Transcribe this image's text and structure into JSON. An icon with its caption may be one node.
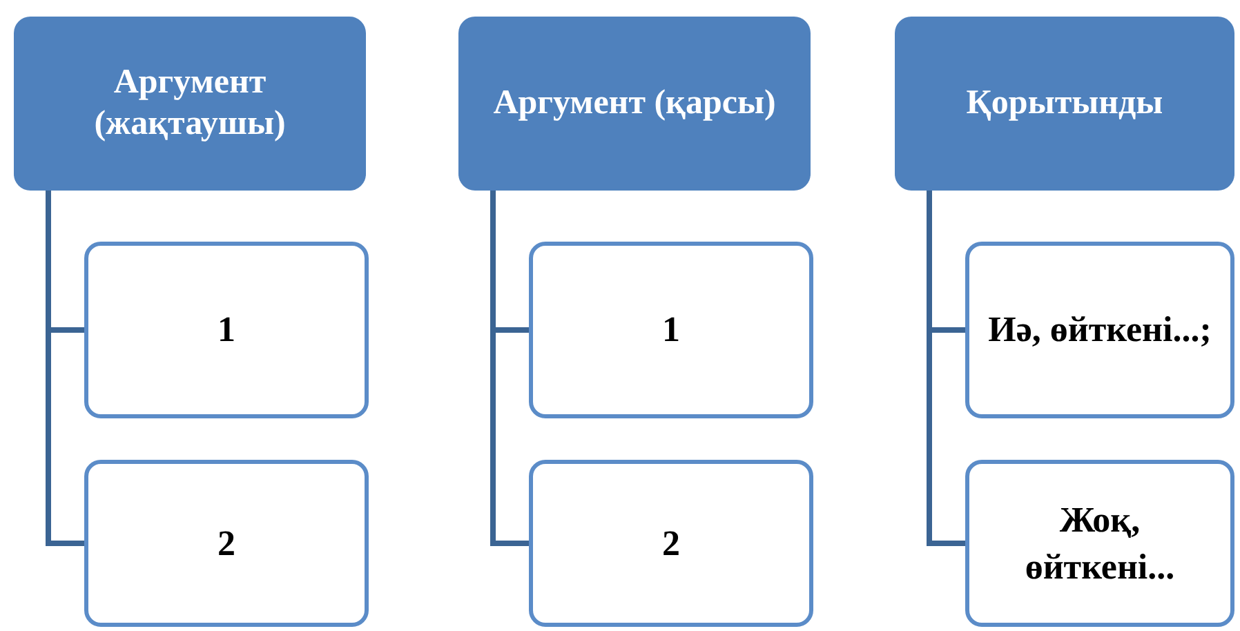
{
  "diagram": {
    "nodes": [
      {
        "text": [
          "Аргумент (жақтаушы)"
        ]
      },
      {
        "text": [
          "1"
        ]
      },
      {
        "text": [
          "2"
        ]
      },
      {
        "text": [
          "Аргумент (қарсы)"
        ]
      },
      {
        "text": [
          "1"
        ]
      },
      {
        "text": [
          "2"
        ]
      },
      {
        "text": [
          "Қорытынды"
        ]
      },
      {
        "text": [
          "Иә, өйткені...;"
        ]
      },
      {
        "text": [
          "Жоқ, өйткені..."
        ]
      }
    ],
    "edges": [
      {
        "from": 0,
        "to": 1,
        "arrow": "none"
      },
      {
        "from": 0,
        "to": 2,
        "arrow": "none"
      },
      {
        "from": 3,
        "to": 4,
        "arrow": "none"
      },
      {
        "from": 3,
        "to": 5,
        "arrow": "none"
      },
      {
        "from": 6,
        "to": 7,
        "arrow": "none"
      },
      {
        "from": 6,
        "to": 8,
        "arrow": "none"
      }
    ]
  }
}
